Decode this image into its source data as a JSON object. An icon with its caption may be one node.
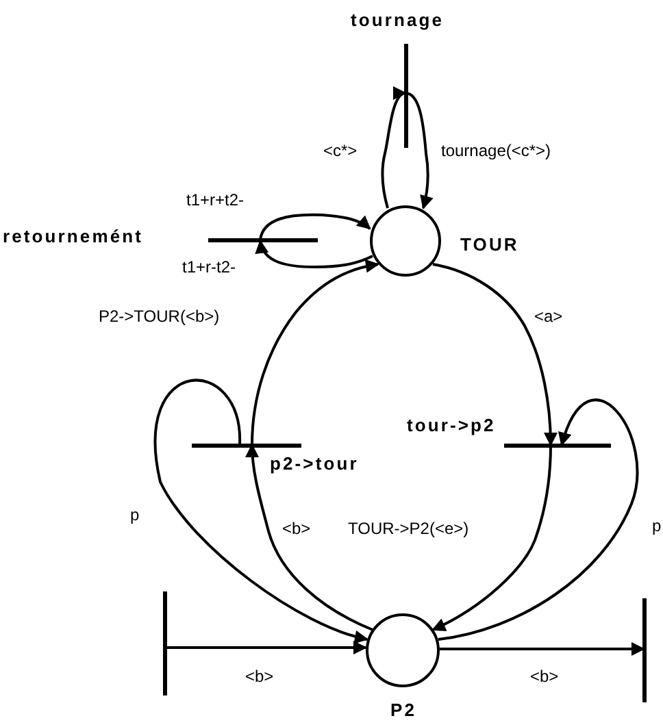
{
  "diagram": {
    "nodes": [
      {
        "text": [
          "tournage"
        ]
      },
      {
        "text": [
          "retournemént"
        ]
      },
      {
        "text": [
          "TOUR"
        ]
      },
      {
        "text": [
          "p2->tour"
        ]
      },
      {
        "text": [
          "tour->p2"
        ]
      },
      {
        "text": [],
        "shape": "bar"
      },
      {
        "text": [
          "P2"
        ]
      },
      {
        "text": [],
        "shape": "bar"
      }
    ],
    "edges": [
      {
        "from": 2,
        "to": 0,
        "arrow": "to",
        "label": "<c*>"
      },
      {
        "from": 0,
        "to": 2,
        "arrow": "to",
        "label": "tournage(<c*>)"
      },
      {
        "from": 1,
        "to": 2,
        "arrow": "to",
        "label": "t1+r+t2-"
      },
      {
        "from": 2,
        "to": 1,
        "arrow": "to",
        "label": "t1+r-t2-"
      },
      {
        "from": 3,
        "to": 2,
        "arrow": "to",
        "label": "P2->TOUR(<b>)"
      },
      {
        "from": 2,
        "to": 4,
        "arrow": "to",
        "label": "<a>"
      },
      {
        "from": 6,
        "to": 3,
        "arrow": "to",
        "label": "<b>"
      },
      {
        "from": 4,
        "to": 6,
        "arrow": "to",
        "label": "TOUR->P2(<e>)"
      },
      {
        "from": 3,
        "to": 6,
        "arrow": "to",
        "label": "p"
      },
      {
        "from": 6,
        "to": 4,
        "arrow": "to",
        "label": "p"
      },
      {
        "from": 5,
        "to": 6,
        "arrow": "to",
        "label": "<b>"
      },
      {
        "from": 6,
        "to": 7,
        "arrow": "to",
        "label": "<b>"
      }
    ]
  }
}
